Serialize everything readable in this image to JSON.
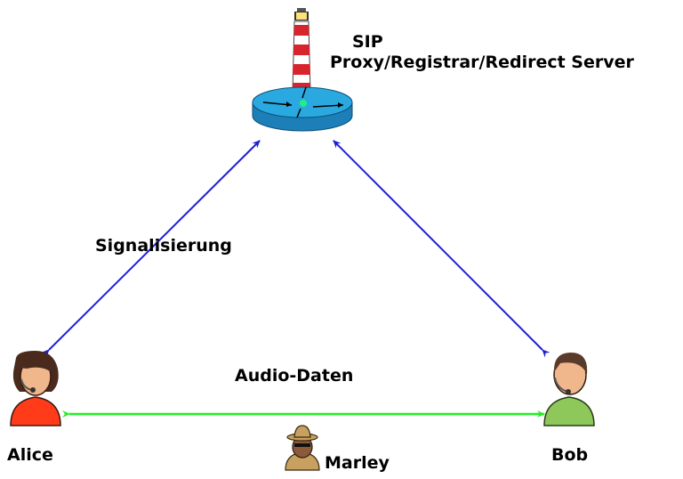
{
  "server": {
    "label_line1": "SIP",
    "label_line2": "Proxy/Registrar/Redirect Server"
  },
  "links": {
    "signaling_label": "Signalisierung",
    "audio_label": "Audio-Daten"
  },
  "participants": {
    "alice": "Alice",
    "bob": "Bob",
    "marley": "Marley"
  },
  "colors": {
    "signaling": "#1f1fd6",
    "audio": "#22ee22",
    "router": "#29a9e0",
    "alice_shirt": "#ff3b1a",
    "bob_shirt": "#8ec85a",
    "marley": "#c8a060"
  }
}
